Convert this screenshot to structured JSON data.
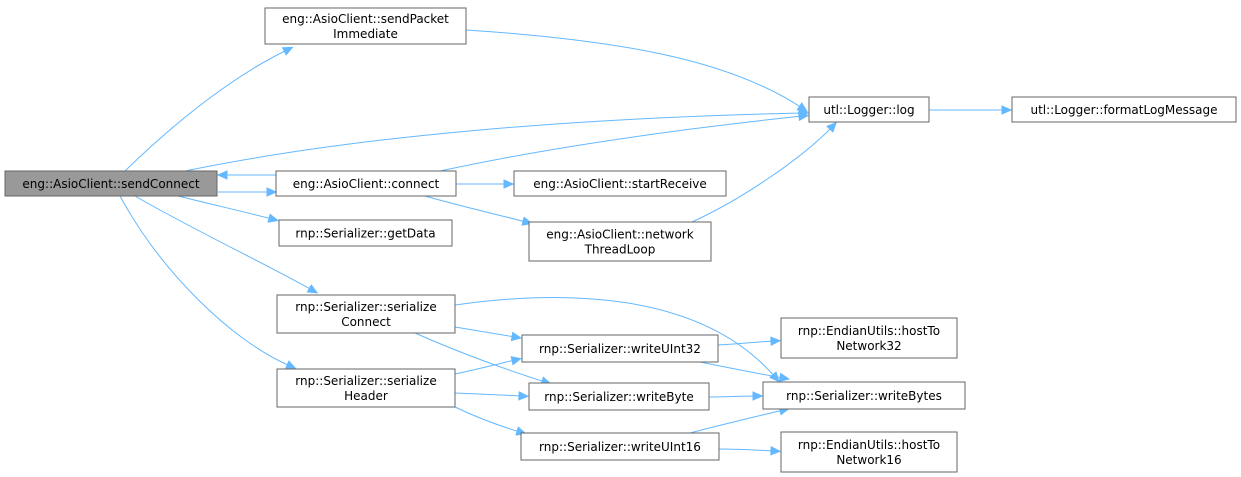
{
  "graph": {
    "nodes": [
      {
        "id": "sendConnect",
        "lines": [
          "eng::AsioClient::sendConnect"
        ],
        "root": true
      },
      {
        "id": "sendPacketImmediate",
        "lines": [
          "eng::AsioClient::sendPacket",
          "Immediate"
        ]
      },
      {
        "id": "log",
        "lines": [
          "utl::Logger::log"
        ]
      },
      {
        "id": "formatLogMessage",
        "lines": [
          "utl::Logger::formatLogMessage"
        ]
      },
      {
        "id": "connect",
        "lines": [
          "eng::AsioClient::connect"
        ]
      },
      {
        "id": "startReceive",
        "lines": [
          "eng::AsioClient::startReceive"
        ]
      },
      {
        "id": "networkThreadLoop",
        "lines": [
          "eng::AsioClient::network",
          "ThreadLoop"
        ]
      },
      {
        "id": "getData",
        "lines": [
          "rnp::Serializer::getData"
        ]
      },
      {
        "id": "serializeConnect",
        "lines": [
          "rnp::Serializer::serialize",
          "Connect"
        ]
      },
      {
        "id": "serializeHeader",
        "lines": [
          "rnp::Serializer::serialize",
          "Header"
        ]
      },
      {
        "id": "writeUInt32",
        "lines": [
          "rnp::Serializer::writeUInt32"
        ]
      },
      {
        "id": "writeByte",
        "lines": [
          "rnp::Serializer::writeByte"
        ]
      },
      {
        "id": "writeUInt16",
        "lines": [
          "rnp::Serializer::writeUInt16"
        ]
      },
      {
        "id": "hostToNetwork32",
        "lines": [
          "rnp::EndianUtils::hostTo",
          "Network32"
        ]
      },
      {
        "id": "writeBytes",
        "lines": [
          "rnp::Serializer::writeBytes"
        ]
      },
      {
        "id": "hostToNetwork16",
        "lines": [
          "rnp::EndianUtils::hostTo",
          "Network16"
        ]
      }
    ],
    "edges": [
      {
        "from": "sendConnect",
        "to": "sendPacketImmediate"
      },
      {
        "from": "sendConnect",
        "to": "log"
      },
      {
        "from": "sendConnect",
        "to": "connect"
      },
      {
        "from": "connect",
        "to": "sendConnect"
      },
      {
        "from": "sendConnect",
        "to": "getData"
      },
      {
        "from": "sendConnect",
        "to": "serializeConnect"
      },
      {
        "from": "sendConnect",
        "to": "serializeHeader"
      },
      {
        "from": "sendPacketImmediate",
        "to": "log"
      },
      {
        "from": "log",
        "to": "formatLogMessage"
      },
      {
        "from": "connect",
        "to": "log"
      },
      {
        "from": "connect",
        "to": "startReceive"
      },
      {
        "from": "connect",
        "to": "networkThreadLoop"
      },
      {
        "from": "networkThreadLoop",
        "to": "log"
      },
      {
        "from": "serializeConnect",
        "to": "writeUInt32"
      },
      {
        "from": "serializeConnect",
        "to": "writeByte"
      },
      {
        "from": "serializeConnect",
        "to": "writeBytes"
      },
      {
        "from": "serializeHeader",
        "to": "writeUInt32"
      },
      {
        "from": "serializeHeader",
        "to": "writeByte"
      },
      {
        "from": "serializeHeader",
        "to": "writeUInt16"
      },
      {
        "from": "writeUInt32",
        "to": "hostToNetwork32"
      },
      {
        "from": "writeUInt32",
        "to": "writeBytes"
      },
      {
        "from": "writeByte",
        "to": "writeBytes"
      },
      {
        "from": "writeUInt16",
        "to": "writeBytes"
      },
      {
        "from": "writeUInt16",
        "to": "hostToNetwork16"
      }
    ]
  }
}
